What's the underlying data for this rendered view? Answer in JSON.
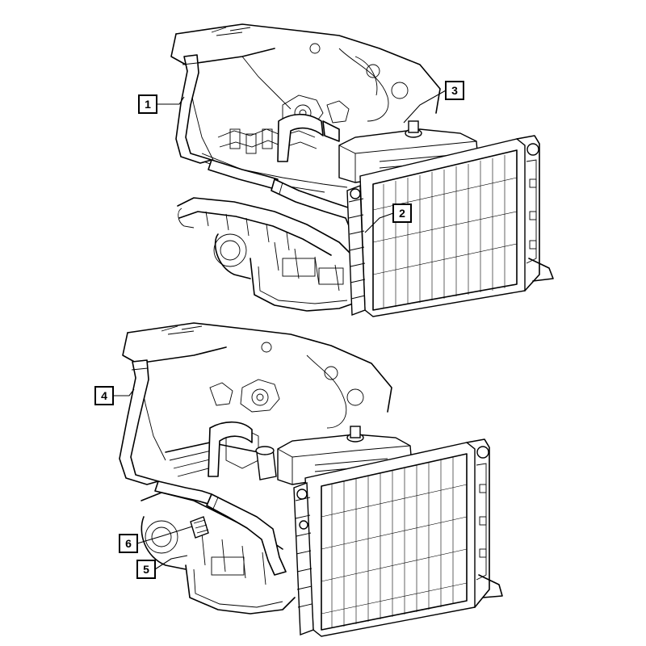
{
  "callouts": [
    {
      "number": "1",
      "part": "upper-hose"
    },
    {
      "number": "2",
      "part": "lower-hose"
    },
    {
      "number": "3",
      "part": "coolant-reservoir"
    },
    {
      "number": "4",
      "part": "upper-hose"
    },
    {
      "number": "5",
      "part": "lower-hose"
    },
    {
      "number": "6",
      "part": "clamp"
    }
  ],
  "views": [
    {
      "name": "upper-view",
      "callouts": [
        "1",
        "2",
        "3"
      ]
    },
    {
      "name": "lower-view",
      "callouts": [
        "4",
        "5",
        "6"
      ]
    }
  ],
  "colors": {
    "ink": "#000000",
    "paper": "#ffffff"
  }
}
